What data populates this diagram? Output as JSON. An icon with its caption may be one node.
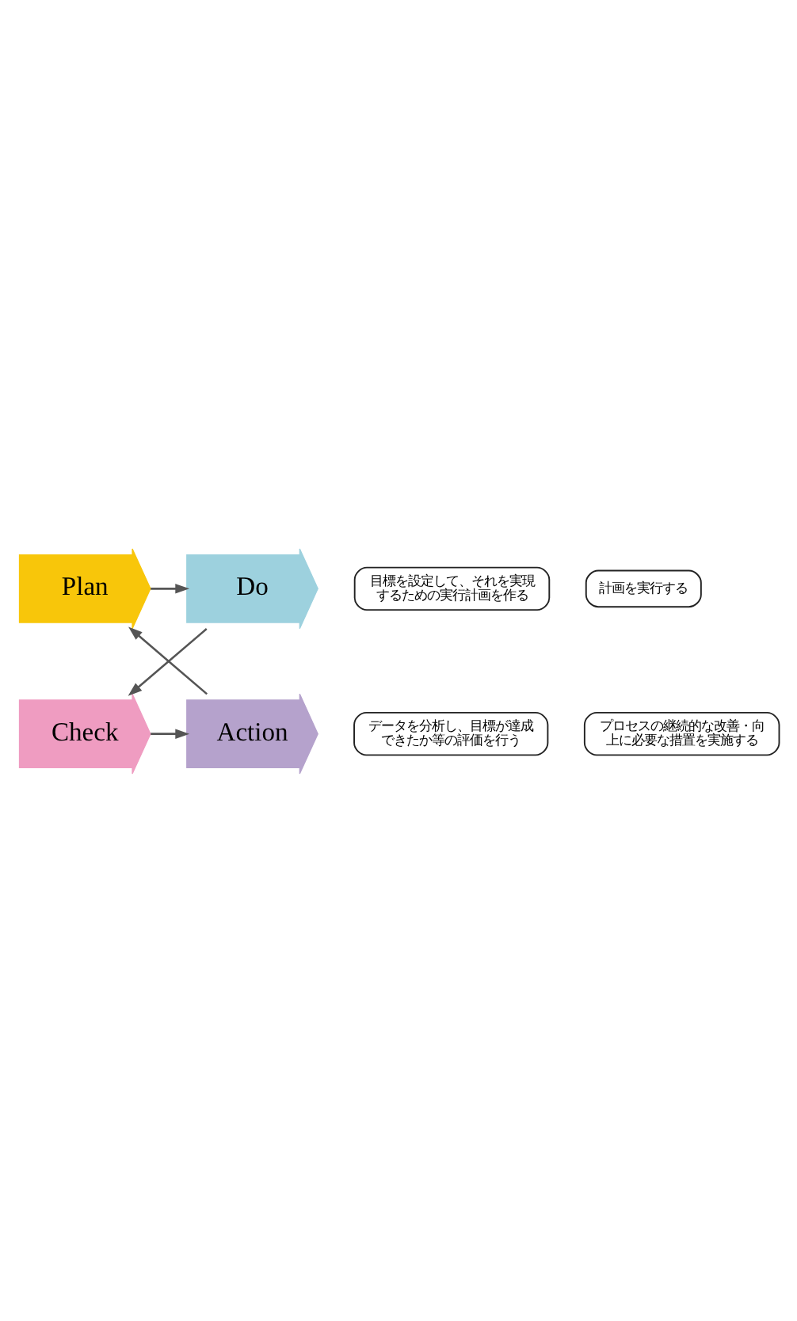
{
  "diagram": {
    "nodes": [
      {
        "text": [
          "Plan"
        ]
      },
      {
        "text": [
          "Do"
        ]
      },
      {
        "text": [
          "Check"
        ]
      },
      {
        "text": [
          "Action"
        ]
      },
      {
        "text": [
          "目標を設定して、それを実現するための実行計画を作る"
        ]
      },
      {
        "text": [
          "計画を実行する"
        ]
      },
      {
        "text": [
          "データを分析し、目標が達成できたか等の評価を行う"
        ]
      },
      {
        "text": [
          "プロセスの継続的な改善・向上に必要な措置を実施する"
        ]
      }
    ],
    "edges": [
      {
        "from": 0,
        "to": 1,
        "arrow": "to"
      },
      {
        "from": 1,
        "to": 2,
        "arrow": "to"
      },
      {
        "from": 2,
        "to": 3,
        "arrow": "to"
      },
      {
        "from": 3,
        "to": 0,
        "arrow": "to"
      }
    ]
  }
}
